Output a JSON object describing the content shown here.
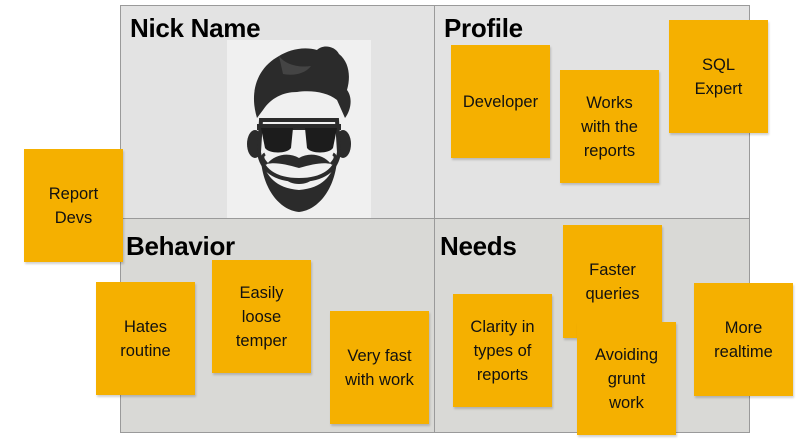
{
  "quadrants": {
    "nickname": "Nick Name",
    "profile": "Profile",
    "behavior": "Behavior",
    "needs": "Needs"
  },
  "notes": {
    "report_devs": "Report\nDevs",
    "developer": "Developer",
    "works_with_reports": "Works\nwith the\nreports",
    "sql_expert": "SQL\nExpert",
    "hates_routine": "Hates\nroutine",
    "easily_loose_temper": "Easily\nloose\ntemper",
    "very_fast": "Very fast\nwith work",
    "clarity": "Clarity in\ntypes of\nreports",
    "faster_queries": "Faster\nqueries",
    "avoiding_grunt": "Avoiding\ngrunt\nwork",
    "more_realtime": "More\nrealtime"
  },
  "colors": {
    "sticky_note": "#f5b000",
    "top_quadrant": "#e3e3e3",
    "bottom_quadrant": "#d9d9d6"
  },
  "icons": {
    "avatar": "hipster-man-with-sunglasses-and-mustache-icon"
  }
}
